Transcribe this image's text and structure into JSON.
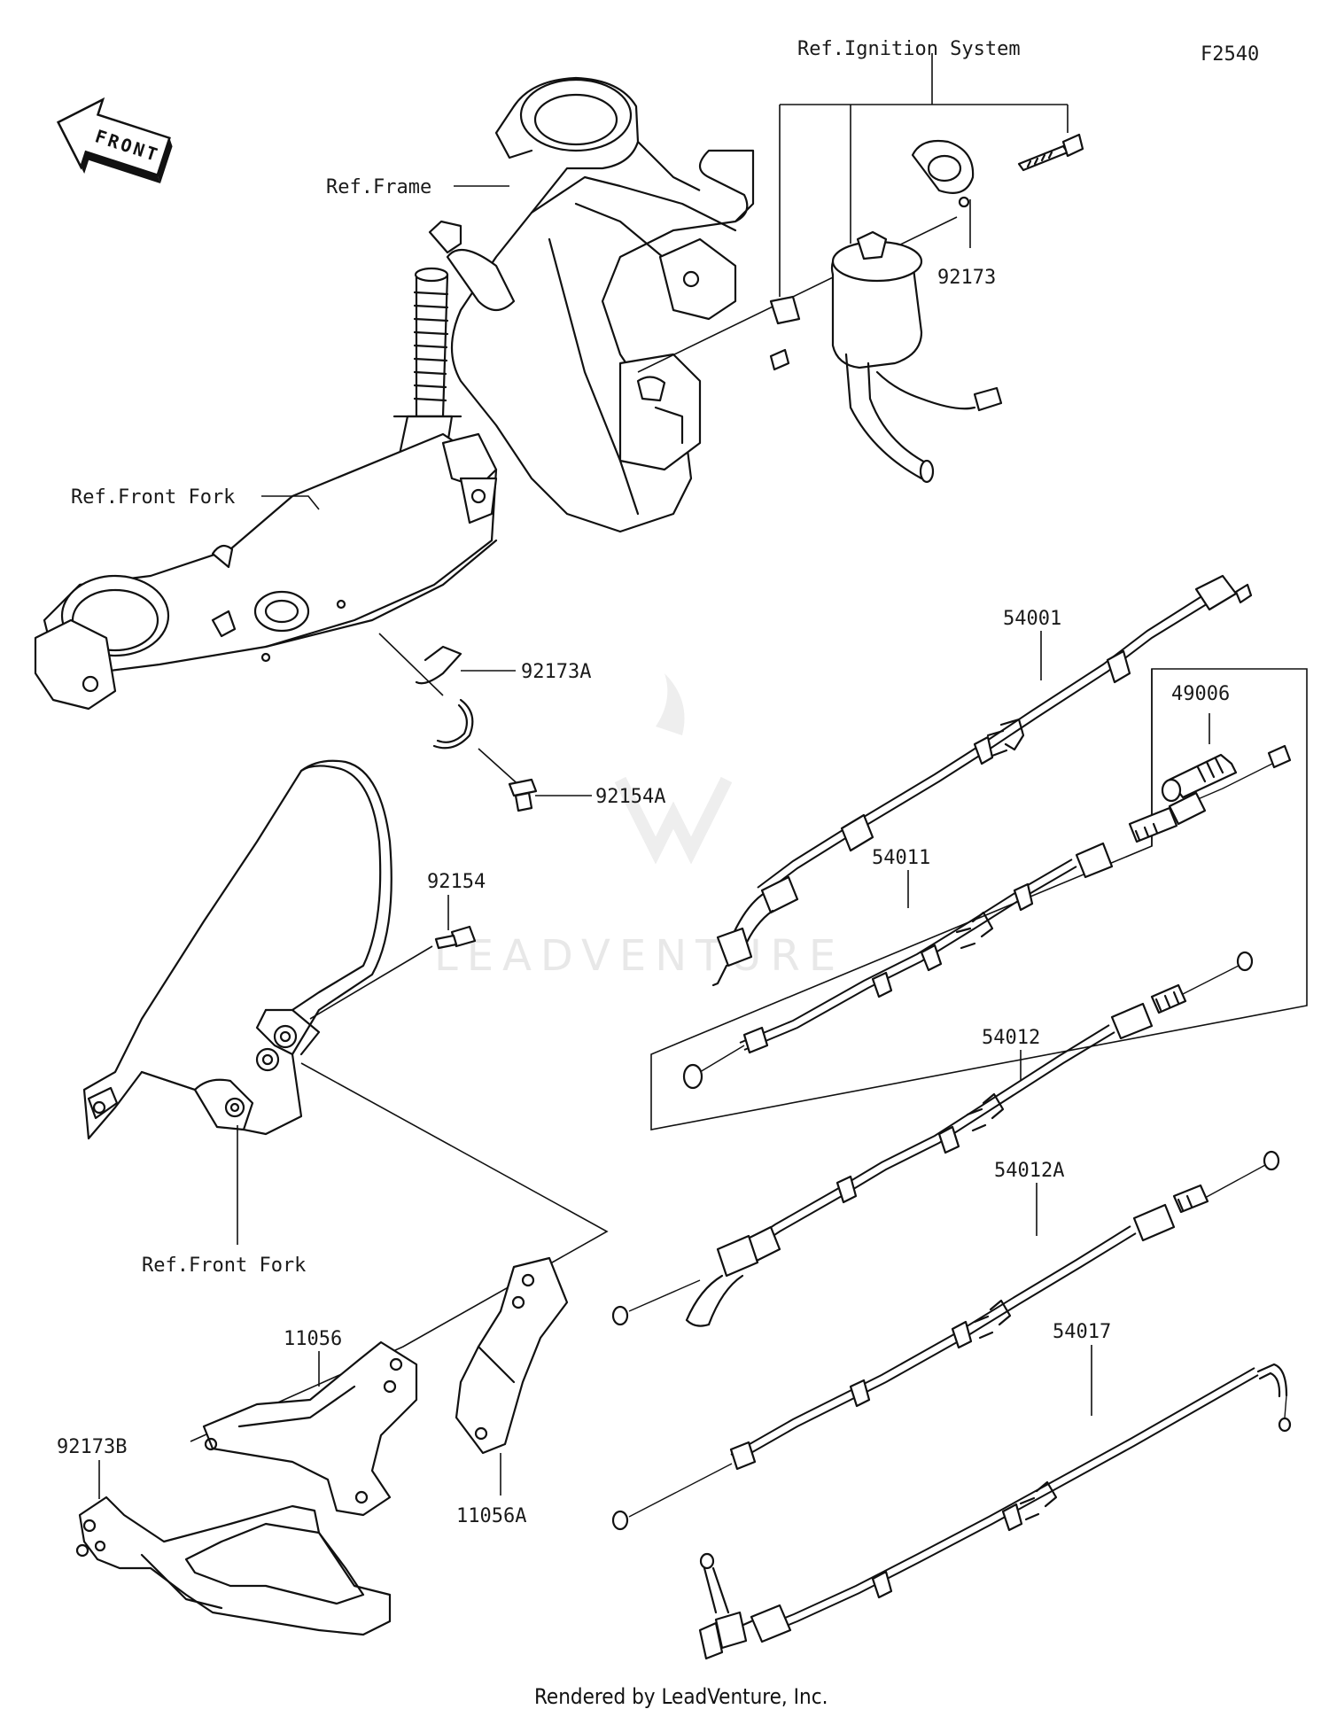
{
  "figure_id": "F2540",
  "front_label": "FRONT",
  "watermark": "LEADVENTURE",
  "footer": "Rendered by LeadVenture, Inc.",
  "ref_labels": {
    "ignition_system": "Ref.Ignition System",
    "frame": "Ref.Frame",
    "front_fork_upper": "Ref.Front Fork",
    "front_fork_lower": "Ref.Front Fork"
  },
  "part_numbers": {
    "p92173": "92173",
    "p92173A": "92173A",
    "p92154A": "92154A",
    "p92154": "92154",
    "p54001": "54001",
    "p49006": "49006",
    "p54011": "54011",
    "p54012": "54012",
    "p54012A": "54012A",
    "p54017": "54017",
    "p11056": "11056",
    "p11056A": "11056A",
    "p92173B": "92173B"
  }
}
